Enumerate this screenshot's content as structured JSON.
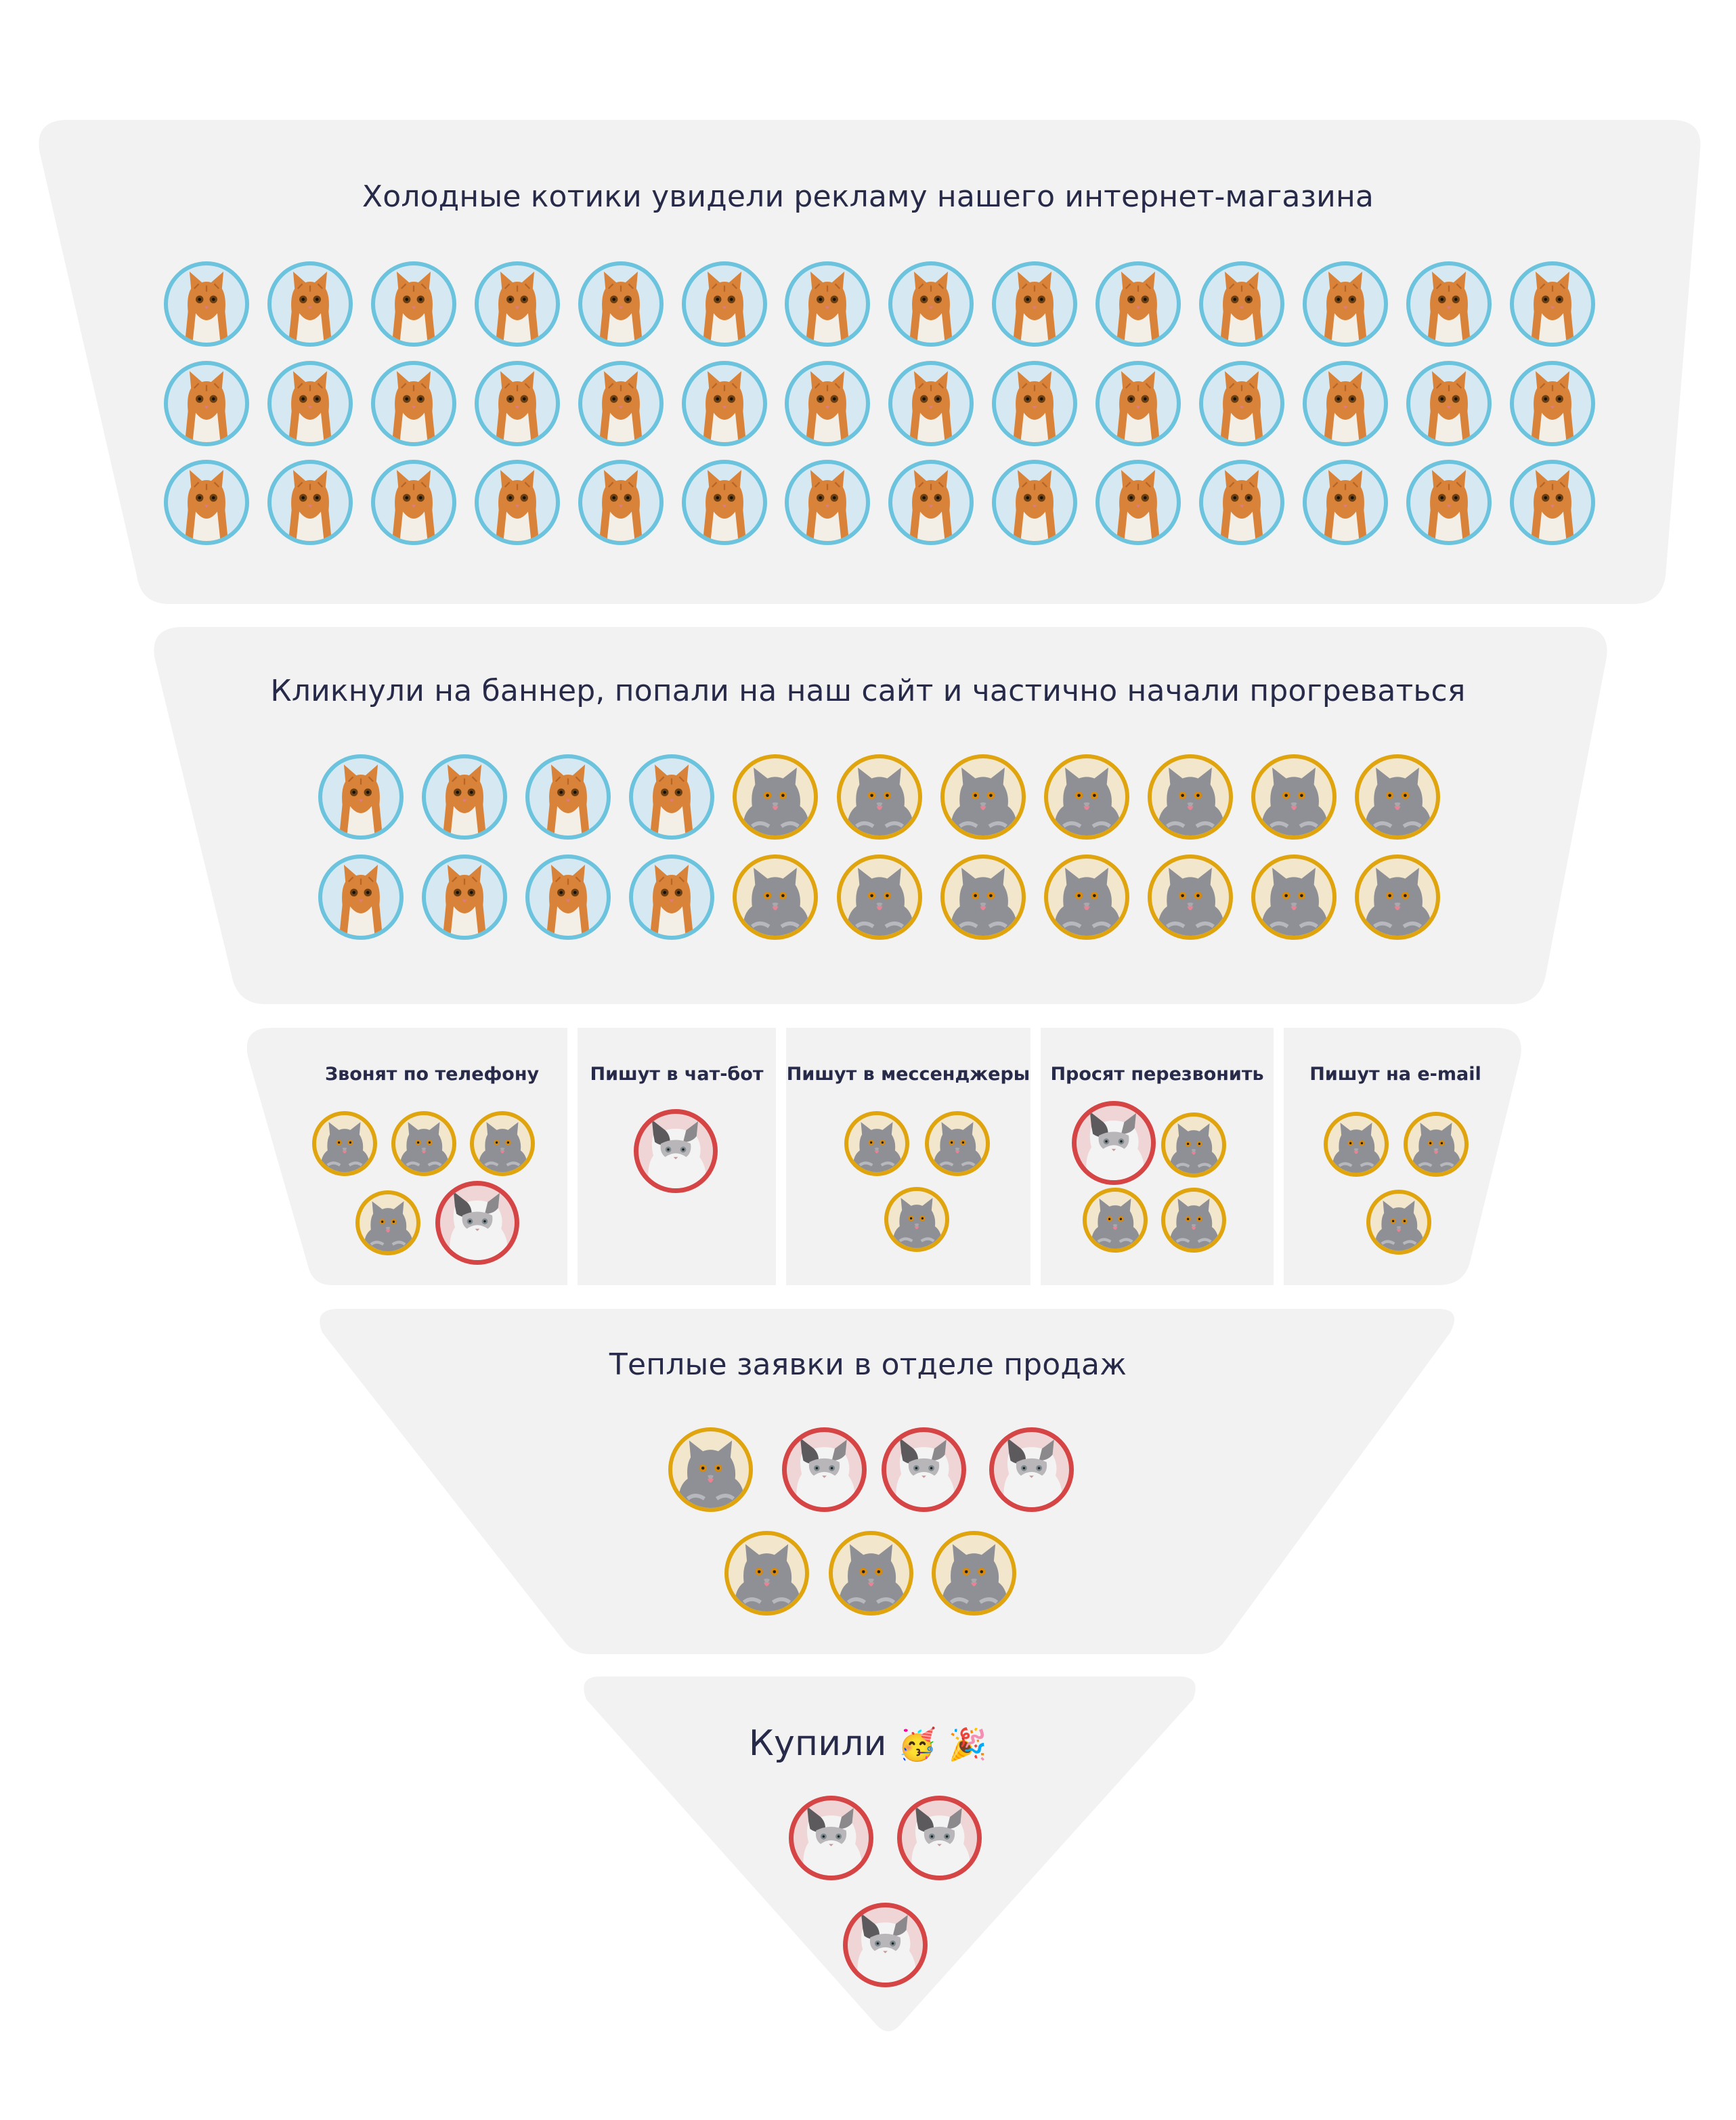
{
  "colors": {
    "panel_bg": "#F2F2F2",
    "text": "#272A48",
    "cold_border": "#6BC3DD",
    "cold_fill": "#D6E9F2",
    "warm_border": "#E0A50E",
    "warm_fill": "#F2E6CC",
    "hot_border": "#D64545",
    "hot_fill": "#F0D5D6"
  },
  "legend_types": {
    "cold": "ginger-cat-icon",
    "warm": "gray-british-cat-icon",
    "hot": "ragdoll-cat-icon"
  },
  "tiers": {
    "cold_audience": {
      "title": "Холодные котики увидели рекламу нашего интернет-магазина",
      "rows": [
        [
          "cold",
          "cold",
          "cold",
          "cold",
          "cold",
          "cold",
          "cold",
          "cold",
          "cold",
          "cold",
          "cold",
          "cold",
          "cold",
          "cold"
        ],
        [
          "cold",
          "cold",
          "cold",
          "cold",
          "cold",
          "cold",
          "cold",
          "cold",
          "cold",
          "cold",
          "cold",
          "cold",
          "cold",
          "cold"
        ],
        [
          "cold",
          "cold",
          "cold",
          "cold",
          "cold",
          "cold",
          "cold",
          "cold",
          "cold",
          "cold",
          "cold",
          "cold",
          "cold",
          "cold"
        ]
      ]
    },
    "site_visitors": {
      "title": "Кликнули на баннер, попали на наш сайт и частично начали прогреваться",
      "rows": [
        [
          "cold",
          "cold",
          "cold",
          "cold",
          "warm",
          "warm",
          "warm",
          "warm",
          "warm",
          "warm",
          "warm"
        ],
        [
          "cold",
          "cold",
          "cold",
          "cold",
          "warm",
          "warm",
          "warm",
          "warm",
          "warm",
          "warm",
          "warm"
        ]
      ]
    },
    "channels": [
      {
        "title": "Звонят по телефону",
        "rows": [
          [
            "warm",
            "warm",
            "warm"
          ],
          [
            "warm",
            "hot"
          ]
        ]
      },
      {
        "title": "Пишут в чат-бот",
        "rows": [
          [
            "hot"
          ]
        ]
      },
      {
        "title": "Пишут в мессенджеры",
        "rows": [
          [
            "warm",
            "warm"
          ],
          [
            "warm"
          ]
        ]
      },
      {
        "title": "Просят перезвонить",
        "rows": [
          [
            "hot",
            "warm"
          ],
          [
            "warm",
            "warm"
          ]
        ]
      },
      {
        "title": "Пишут на e-mail",
        "rows": [
          [
            "warm",
            "warm"
          ],
          [
            "warm"
          ]
        ]
      }
    ],
    "sales_leads": {
      "title": "Теплые заявки в отделе продаж",
      "rows": [
        [
          "warm",
          "hot",
          "hot",
          "hot"
        ],
        [
          "warm",
          "warm",
          "warm"
        ]
      ]
    },
    "purchased": {
      "title": "Купили",
      "emojis": [
        "🥳",
        "🎉"
      ],
      "rows": [
        [
          "hot",
          "hot"
        ],
        [
          "hot"
        ]
      ]
    }
  }
}
